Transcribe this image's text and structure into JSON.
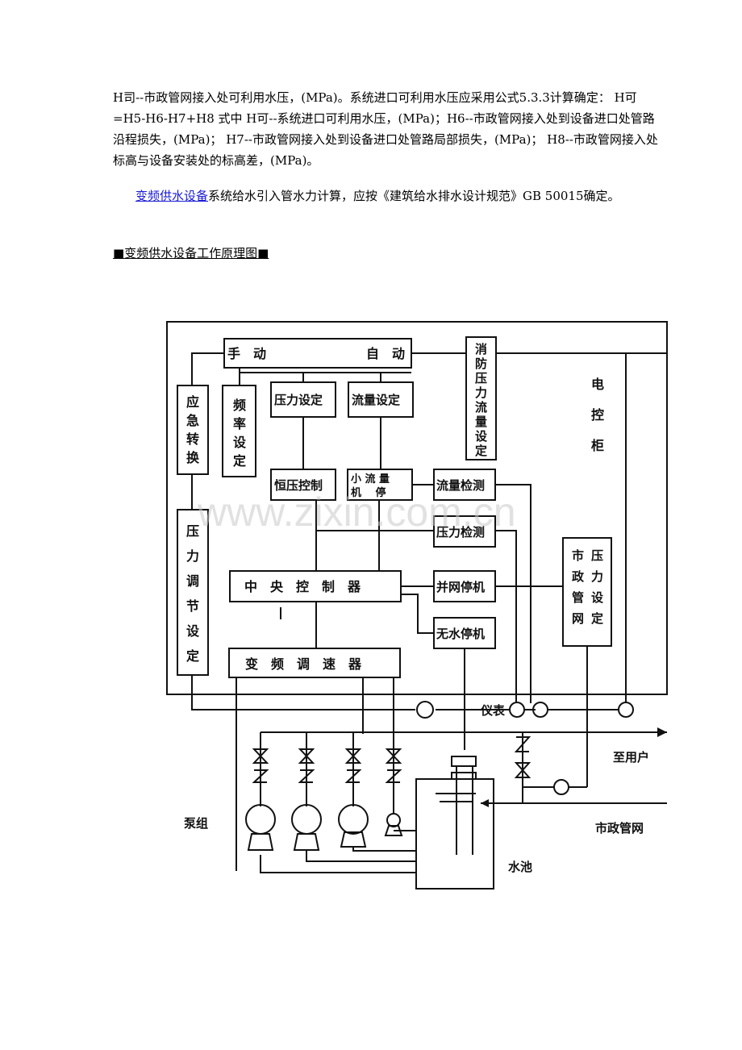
{
  "text": {
    "para1": "H司--市政管网接入处可利用水压，(MPa)。系统进口可利用水压应采用公式5.3.3计算确定： H可=H5-H6-H7+H8   式中 H可--系统进口可利用水压，(MPa)；H6--市政管网接入处到设备进口处管路沿程损失，(MPa)； H7--市政管网接入处到设备进口处管路局部损失，(MPa)； H8--市政管网接入处标高与设备安装处的标高差，(MPa)。",
    "para2_link": "变频供水设备",
    "para2_rest": "系统给水引入管水力计算，应按《建筑给水排水设计规范》GB 50015确定。",
    "caption": "■变频供水设备工作原理图■"
  },
  "diagram": {
    "manual": "手　动",
    "auto": "自　动",
    "emergency": [
      "应",
      "急",
      "转",
      "换"
    ],
    "freq_set": [
      "频",
      "率",
      "设",
      "定"
    ],
    "pressure_set": "压力设定",
    "flow_set": "流量设定",
    "fire": [
      "消",
      "防",
      "压",
      "力",
      "流",
      "量",
      "设",
      "定"
    ],
    "cabinet": [
      "电",
      "控",
      "柜"
    ],
    "const_pressure": "恒压控制",
    "small_flow_1": "小 流 量",
    "small_flow_2": "机　 停",
    "flow_detect": "流量检测",
    "pressure_detect": "压力检测",
    "central": "中　央　控　制　器",
    "grid_stop": "并网停机",
    "nowater_stop": "无水停机",
    "vfd": "变　频　调　速　器",
    "pressure_adjust": [
      "压",
      "力",
      "调",
      "节",
      "设",
      "定"
    ],
    "municipal_press_col1": [
      "市",
      "政",
      "管",
      "网"
    ],
    "municipal_press_col2": [
      "压",
      "力",
      "设",
      "定"
    ],
    "instrument": "仪表",
    "to_user": "至用户",
    "pump_group": "泵组",
    "municipal": "市政管网",
    "pool": "水池",
    "watermark": "www.zixin.com.cn"
  }
}
